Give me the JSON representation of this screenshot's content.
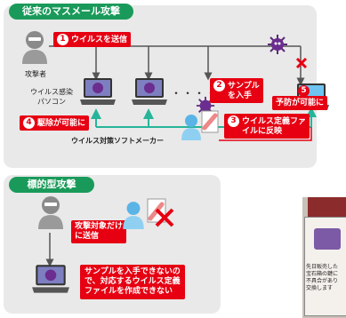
{
  "top_panel": {
    "title": "従来のマスメール攻撃",
    "step1": {
      "num": "1",
      "label": "ウイルスを送信"
    },
    "attacker_label": "攻撃者",
    "infected_pc_label_1": "ウイルス感染",
    "infected_pc_label_2": "パソコン",
    "step2": {
      "num": "2",
      "label_1": "サンプル",
      "label_2": "を入手"
    },
    "step3": {
      "num": "3",
      "label_1": "ウイルス定義ファ",
      "label_2": "イルに反映"
    },
    "step4": {
      "num": "4",
      "label": "駆除が可能に"
    },
    "step5": {
      "num": "5",
      "label": "予防が可能に"
    },
    "vendor_label": "ウイルス対策ソフトメーカー",
    "dots": "・・・・"
  },
  "bottom_panel": {
    "title": "標的型攻撃",
    "send_label_1": "攻撃対象だけ",
    "send_label_2": "に送信",
    "cannot_label_1": "サンプルを入手できないの",
    "cannot_label_2": "で、対応するウイルス定義",
    "cannot_label_3": "ファイルを作成できない"
  },
  "side_photo": {
    "caption_1": "先日販売した",
    "caption_2": "宝石箱の鍵に",
    "caption_3": "不具合があり",
    "caption_4": "交換します"
  },
  "colors": {
    "green": "#1a9a5a",
    "red": "#e60012",
    "panel": "#e9e9e9",
    "teal_arrow": "#27b59a"
  }
}
